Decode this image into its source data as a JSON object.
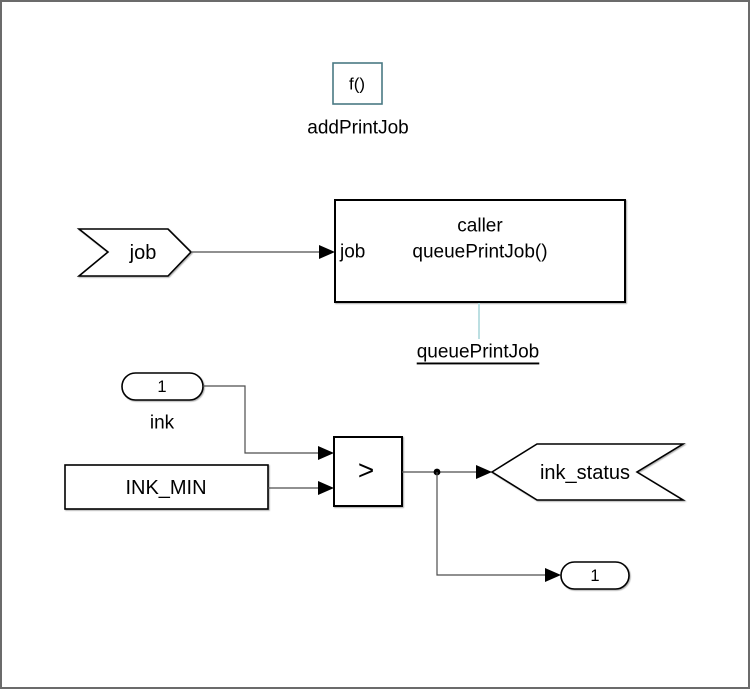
{
  "diagram": {
    "function_def": {
      "icon_label": "f()",
      "name": "addPrintJob",
      "accent_color": "#4a7984"
    },
    "input_port_job": {
      "label": "job"
    },
    "caller": {
      "title": "caller",
      "prototype": "queuePrintJob()",
      "arg_label": "job"
    },
    "caller_link": {
      "label": "queuePrintJob",
      "color": "#1f6fdf",
      "connector_color": "#bcdfe2"
    },
    "ink_inport": {
      "value": "1",
      "name": "ink"
    },
    "ink_min_const": {
      "label": "INK_MIN"
    },
    "relational": {
      "operator": ">"
    },
    "outport_ink_status": {
      "label": "ink_status"
    },
    "outport_terminator": {
      "value": "1"
    }
  },
  "colors": {
    "canvas_border": "#6b6b6b",
    "block_stroke": "#000000",
    "signal_line": "#4d4d4d",
    "function_accent": "#4a7984",
    "link_blue": "#1f6fdf",
    "connector_pale_blue": "#bcdfe2",
    "background": "#ffffff"
  }
}
